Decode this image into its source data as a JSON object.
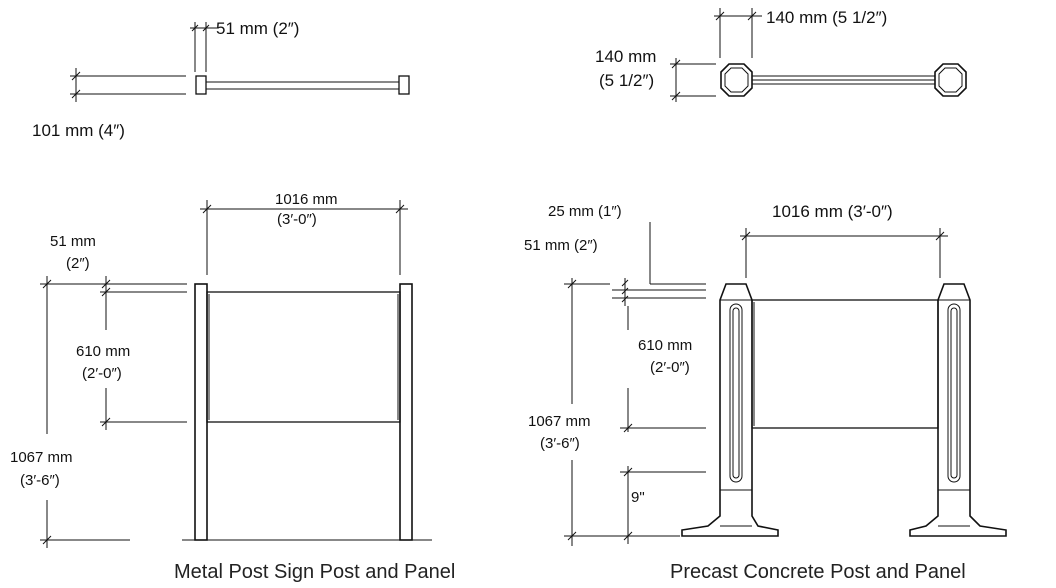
{
  "metal_plan": {
    "post_width": "51 mm (2″)",
    "post_depth": "101 mm (4″)"
  },
  "concrete_plan": {
    "post_width": "140 mm (5 1/2″)",
    "post_depth_line1": "140 mm",
    "post_depth_line2": "(5 1/2″)"
  },
  "metal_elevation": {
    "span_line1": "1016 mm",
    "span_line2": "(3′-0″)",
    "gap_line1": "51 mm",
    "gap_line2": "(2″)",
    "panel_line1": "610 mm",
    "panel_line2": "(2′-0″)",
    "height_line1": "1067 mm",
    "height_line2": "(3′-6″)",
    "caption": "Metal Post Sign Post and Panel"
  },
  "concrete_elevation": {
    "span": "1016 mm (3′-0″)",
    "cap": "25 mm (1″)",
    "gap": "51 mm (2″)",
    "panel_line1": "610 mm",
    "panel_line2": "(2′-0″)",
    "height_line1": "1067 mm",
    "height_line2": "(3′-6″)",
    "base": "9\"",
    "caption": "Precast Concrete Post and Panel"
  }
}
